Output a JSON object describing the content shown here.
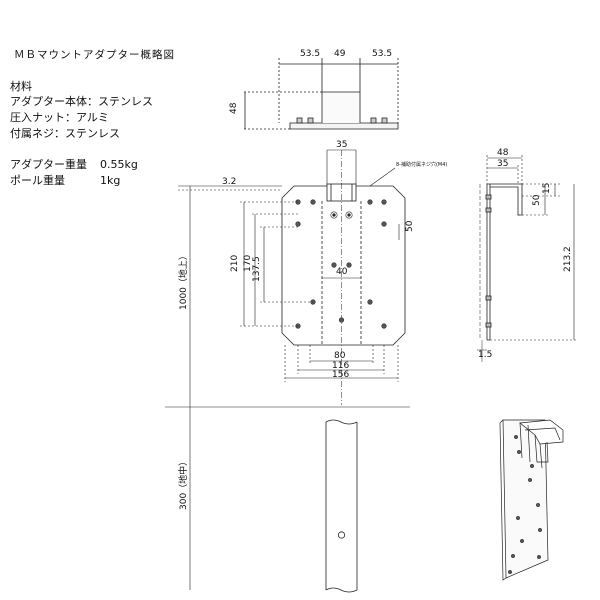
{
  "title": "ＭＢマウントアダプター概略図",
  "materials": {
    "heading": "材料",
    "items": [
      "アダプター本体：ステンレス",
      "圧入ナット：アルミ",
      "付属ネジ：ステンレス"
    ]
  },
  "weights": {
    "adapter_label": "アダプター重量",
    "adapter_value": "0.55kg",
    "pole_label": "ポール重量",
    "pole_value": "1kg"
  },
  "dims": {
    "top_left": "53.5",
    "top_mid": "49",
    "top_right": "53.5",
    "top_height": "48",
    "d35": "35",
    "d3_2": "3.2",
    "d50": "50",
    "d40": "40",
    "d210": "210",
    "d170": "170",
    "d137_5": "137.5",
    "d80": "80",
    "d116": "116",
    "d156": "156",
    "d1000": "1000（地上）",
    "d300": "300（地中）",
    "screw_note": "8-補助付属ネジ穴(M4)",
    "side_48": "48",
    "side_35": "35",
    "side_15": "15",
    "side_50": "50",
    "side_213_2": "213.2",
    "side_1_5": "1.5"
  }
}
